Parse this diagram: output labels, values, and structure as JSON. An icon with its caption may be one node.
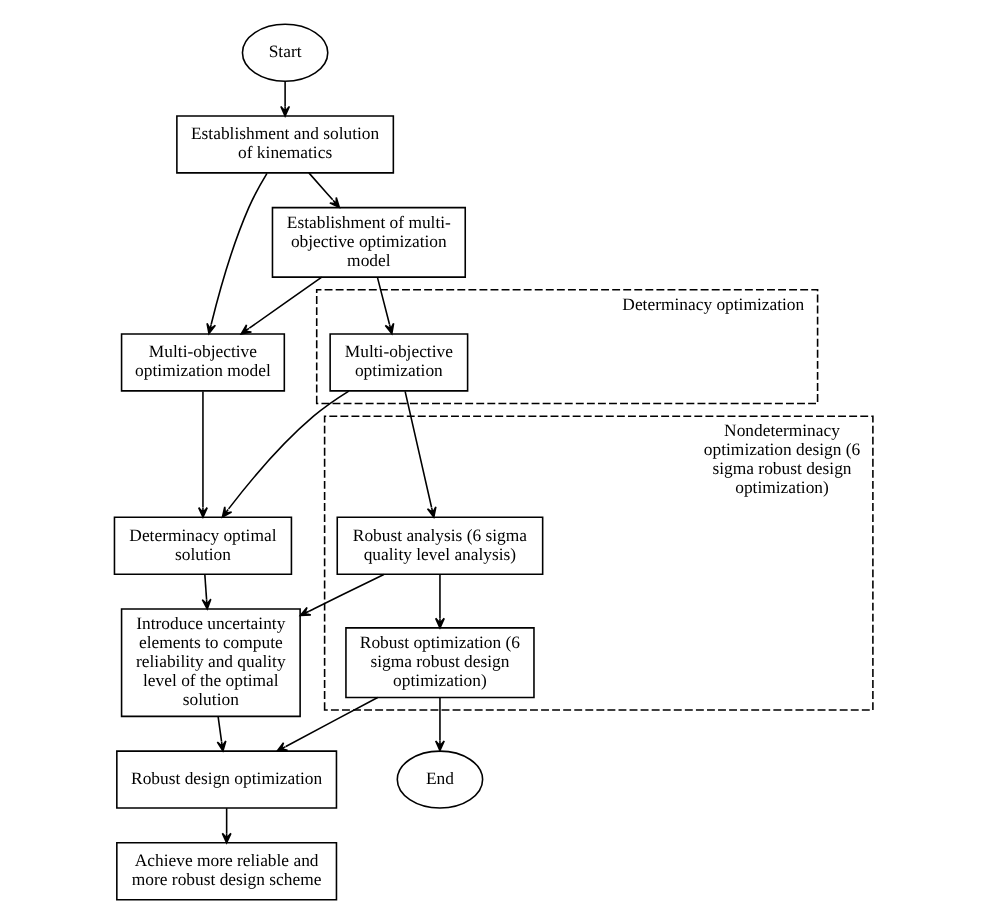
{
  "diagram": {
    "nodes": [
      {
        "text": [
          "Start"
        ]
      },
      {
        "text": [
          "Establishment and solution of kinematics"
        ]
      },
      {
        "text": [
          "Establishment of multi-objective optimization model"
        ]
      },
      {
        "text": [
          "Multi-objective optimization model"
        ]
      },
      {
        "text": [
          "Determinacy optimization"
        ]
      },
      {
        "text": [
          "Multi-objective optimization"
        ],
        "in": 4
      },
      {
        "text": [
          "Determinacy optimal solution"
        ]
      },
      {
        "text": [
          "Nondeterminacy optimization design (6 sigma robust design optimization)"
        ]
      },
      {
        "text": [
          "Robust analysis (6 sigma quality level analysis)"
        ],
        "in": 7
      },
      {
        "text": [
          "Introduce uncertainty elements to compute reliability and quality level of the optimal solution"
        ]
      },
      {
        "text": [
          "Robust optimization (6 sigma robust design optimization)"
        ],
        "in": 7
      },
      {
        "text": [
          "Robust design optimization"
        ]
      },
      {
        "text": [
          "End"
        ]
      },
      {
        "text": [
          "Achieve more reliable and more robust design scheme"
        ]
      }
    ],
    "edges": [
      {
        "from": 0,
        "to": 1,
        "arrow": "to"
      },
      {
        "from": 1,
        "to": 2,
        "arrow": "to"
      },
      {
        "from": 1,
        "to": 3,
        "arrow": "to"
      },
      {
        "from": 2,
        "to": 3,
        "arrow": "to"
      },
      {
        "from": 2,
        "to": 5,
        "arrow": "to"
      },
      {
        "from": 3,
        "to": 6,
        "arrow": "to"
      },
      {
        "from": 5,
        "to": 6,
        "arrow": "to"
      },
      {
        "from": 5,
        "to": 8,
        "arrow": "to"
      },
      {
        "from": 6,
        "to": 9,
        "arrow": "to"
      },
      {
        "from": 8,
        "to": 9,
        "arrow": "to"
      },
      {
        "from": 8,
        "to": 10,
        "arrow": "to"
      },
      {
        "from": 9,
        "to": 11,
        "arrow": "to"
      },
      {
        "from": 10,
        "to": 11,
        "arrow": "to"
      },
      {
        "from": 10,
        "to": 12,
        "arrow": "to"
      },
      {
        "from": 11,
        "to": 13,
        "arrow": "to"
      }
    ]
  }
}
